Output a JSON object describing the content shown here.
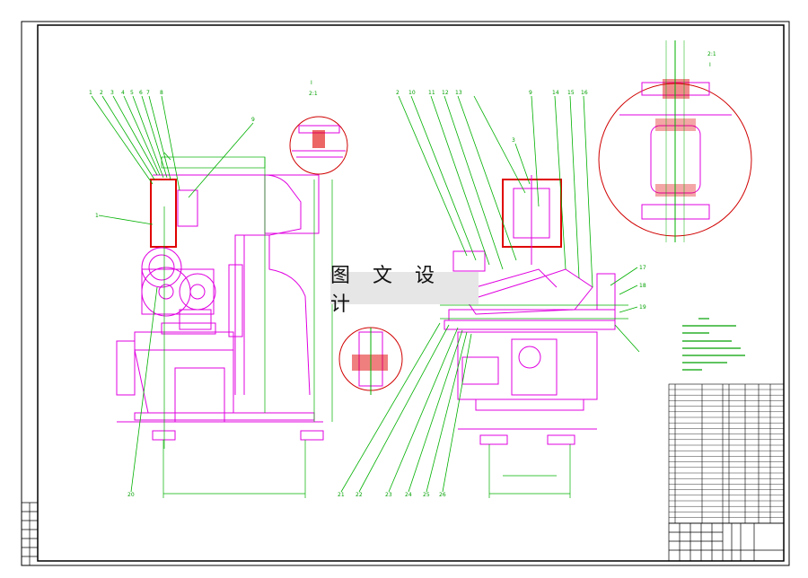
{
  "watermark": {
    "text": "图 文 设 计"
  },
  "colors": {
    "frame": "#000000",
    "part": "#e000e0",
    "leader": "#00b000",
    "section": "#e00000",
    "detail_circle": "#d00000"
  },
  "labels": {
    "balloons_left": [
      "1",
      "2",
      "3",
      "4",
      "5",
      "6",
      "7",
      "8"
    ],
    "balloon_9": "9",
    "balloon_1b": "1",
    "balloons_right": [
      "2",
      "10",
      "11",
      "12",
      "13",
      "3",
      "9",
      "14",
      "15",
      "16"
    ],
    "balloons_right_side": [
      "17",
      "18",
      "19"
    ],
    "balloon_bottom_left": "20",
    "balloon_bottom_mid": [
      "21",
      "22"
    ],
    "balloon_bottom_right": [
      "23",
      "24",
      "25",
      "26"
    ],
    "detail_top": "I",
    "detail_ratio": "2:1",
    "detail_top_right": "I",
    "detail_top_right_ratio": "2:1"
  }
}
